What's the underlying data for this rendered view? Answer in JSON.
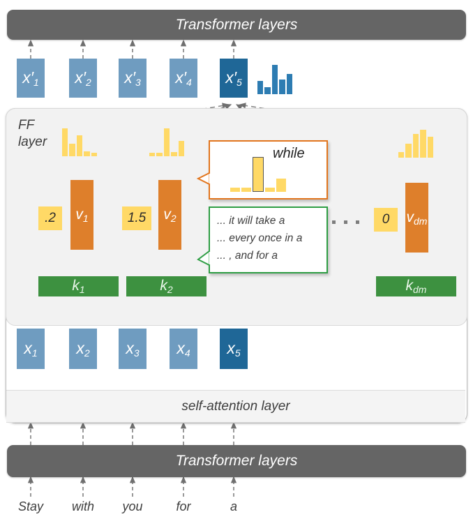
{
  "top_transformer": {
    "label": "Transformer layers"
  },
  "bottom_transformer": {
    "label": "Transformer layers"
  },
  "self_attention": {
    "label": "self-attention layer"
  },
  "ff_layer": {
    "label_line1": "FF",
    "label_line2": "layer"
  },
  "output_tokens": [
    {
      "name": "x'1",
      "base": "x",
      "prime": "′",
      "sub": "1",
      "highlight": false
    },
    {
      "name": "x'2",
      "base": "x",
      "prime": "′",
      "sub": "2",
      "highlight": false
    },
    {
      "name": "x'3",
      "base": "x",
      "prime": "′",
      "sub": "3",
      "highlight": false
    },
    {
      "name": "x'4",
      "base": "x",
      "prime": "′",
      "sub": "4",
      "highlight": false
    },
    {
      "name": "x'5",
      "base": "x",
      "prime": "′",
      "sub": "5",
      "highlight": true
    }
  ],
  "input_tokens": [
    {
      "name": "x1",
      "base": "x",
      "prime": "",
      "sub": "1",
      "highlight": false
    },
    {
      "name": "x2",
      "base": "x",
      "prime": "",
      "sub": "2",
      "highlight": false
    },
    {
      "name": "x3",
      "base": "x",
      "prime": "",
      "sub": "3",
      "highlight": false
    },
    {
      "name": "x4",
      "base": "x",
      "prime": "",
      "sub": "4",
      "highlight": false
    },
    {
      "name": "x5",
      "base": "x",
      "prime": "",
      "sub": "5",
      "highlight": true
    }
  ],
  "words": [
    "Stay",
    "with",
    "you",
    "for",
    "a"
  ],
  "memory_cells": [
    {
      "key_base": "k",
      "key_sub": "1",
      "value_base": "v",
      "value_sub": "1",
      "score": ".2"
    },
    {
      "key_base": "k",
      "key_sub": "2",
      "value_base": "v",
      "value_sub": "2",
      "score": "1.5"
    },
    {
      "key_base": "k",
      "key_sub": "dm",
      "value_base": "v",
      "value_sub": "dm",
      "score": "0"
    }
  ],
  "ellipsis": "· · ·",
  "callout_top": {
    "token_label": "while",
    "border_color": "#e2751d"
  },
  "callout_bottom": {
    "border_color": "#2e9e44",
    "lines": [
      "... it will take a",
      "... every once in a",
      "... , and for a"
    ]
  },
  "colors": {
    "transformer_bar": "#656565",
    "token_light": "#6f9cc0",
    "token_dark": "#1f6797",
    "value_orange": "#de7f2b",
    "key_green": "#3d9140",
    "score_yellow": "#ffd966",
    "hist_blue": "#2d7cb2",
    "hist_yellow": "#ffd966",
    "panel_gray": "#f2f2f2",
    "arrow_gray": "#808080"
  },
  "chart_data": [
    {
      "type": "bar",
      "name": "output-distribution-x5",
      "title": "",
      "categories": [
        "1",
        "2",
        "3",
        "4",
        "5"
      ],
      "values": [
        0.45,
        0.25,
        1.0,
        0.5,
        0.7
      ],
      "color": "#2d7cb2",
      "ylim": [
        0,
        1
      ]
    },
    {
      "type": "bar",
      "name": "memory-distribution-1",
      "title": "",
      "categories": [
        "1",
        "2",
        "3",
        "4",
        "5"
      ],
      "values": [
        1.0,
        0.45,
        0.75,
        0.18,
        0.12
      ],
      "color": "#ffd966",
      "ylim": [
        0,
        1
      ]
    },
    {
      "type": "bar",
      "name": "memory-distribution-2",
      "title": "",
      "categories": [
        "1",
        "2",
        "3",
        "4",
        "5"
      ],
      "values": [
        0.12,
        0.12,
        1.0,
        0.15,
        0.55
      ],
      "color": "#ffd966",
      "ylim": [
        0,
        1
      ]
    },
    {
      "type": "bar",
      "name": "memory-distribution-dm",
      "title": "",
      "categories": [
        "1",
        "2",
        "3",
        "4",
        "5"
      ],
      "values": [
        0.2,
        0.5,
        0.85,
        1.0,
        0.75
      ],
      "color": "#ffd966",
      "ylim": [
        0,
        1
      ]
    },
    {
      "type": "bar",
      "name": "callout-distribution-while",
      "title": "while",
      "categories": [
        "1",
        "2",
        "3",
        "4",
        "5"
      ],
      "values": [
        0.13,
        0.13,
        1.0,
        0.13,
        0.38
      ],
      "highlight_index": 2,
      "color": "#ffd966",
      "ylim": [
        0,
        1
      ]
    }
  ]
}
